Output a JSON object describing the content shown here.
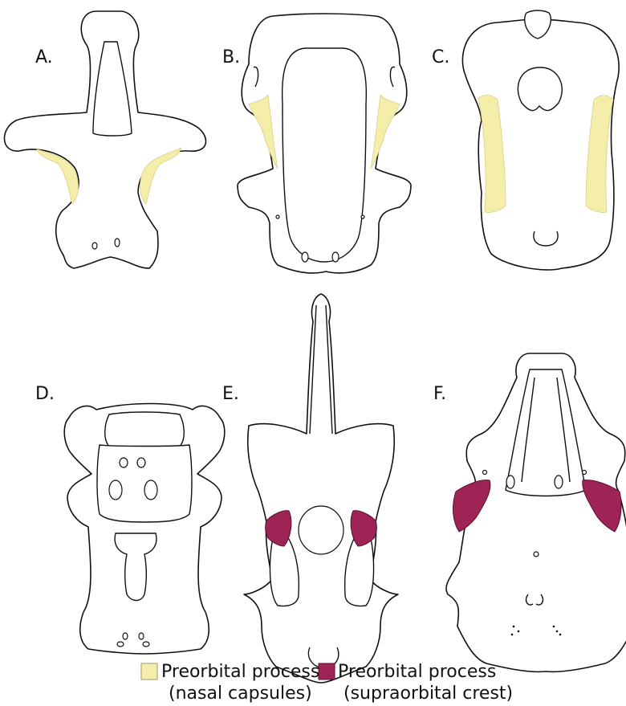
{
  "panels": [
    {
      "label": "A."
    },
    {
      "label": "B."
    },
    {
      "label": "C."
    },
    {
      "label": "D."
    },
    {
      "label": "E."
    },
    {
      "label": "F."
    }
  ],
  "legend": {
    "items": [
      {
        "line1": "Preorbital process",
        "line2": "(nasal capsules)",
        "color": "#f5eeaa",
        "border": "#9a9a6a"
      },
      {
        "line1": "Preorbital process",
        "line2": "(supraorbital crest)",
        "color": "#9e2456",
        "border": "#5a1030"
      }
    ]
  }
}
